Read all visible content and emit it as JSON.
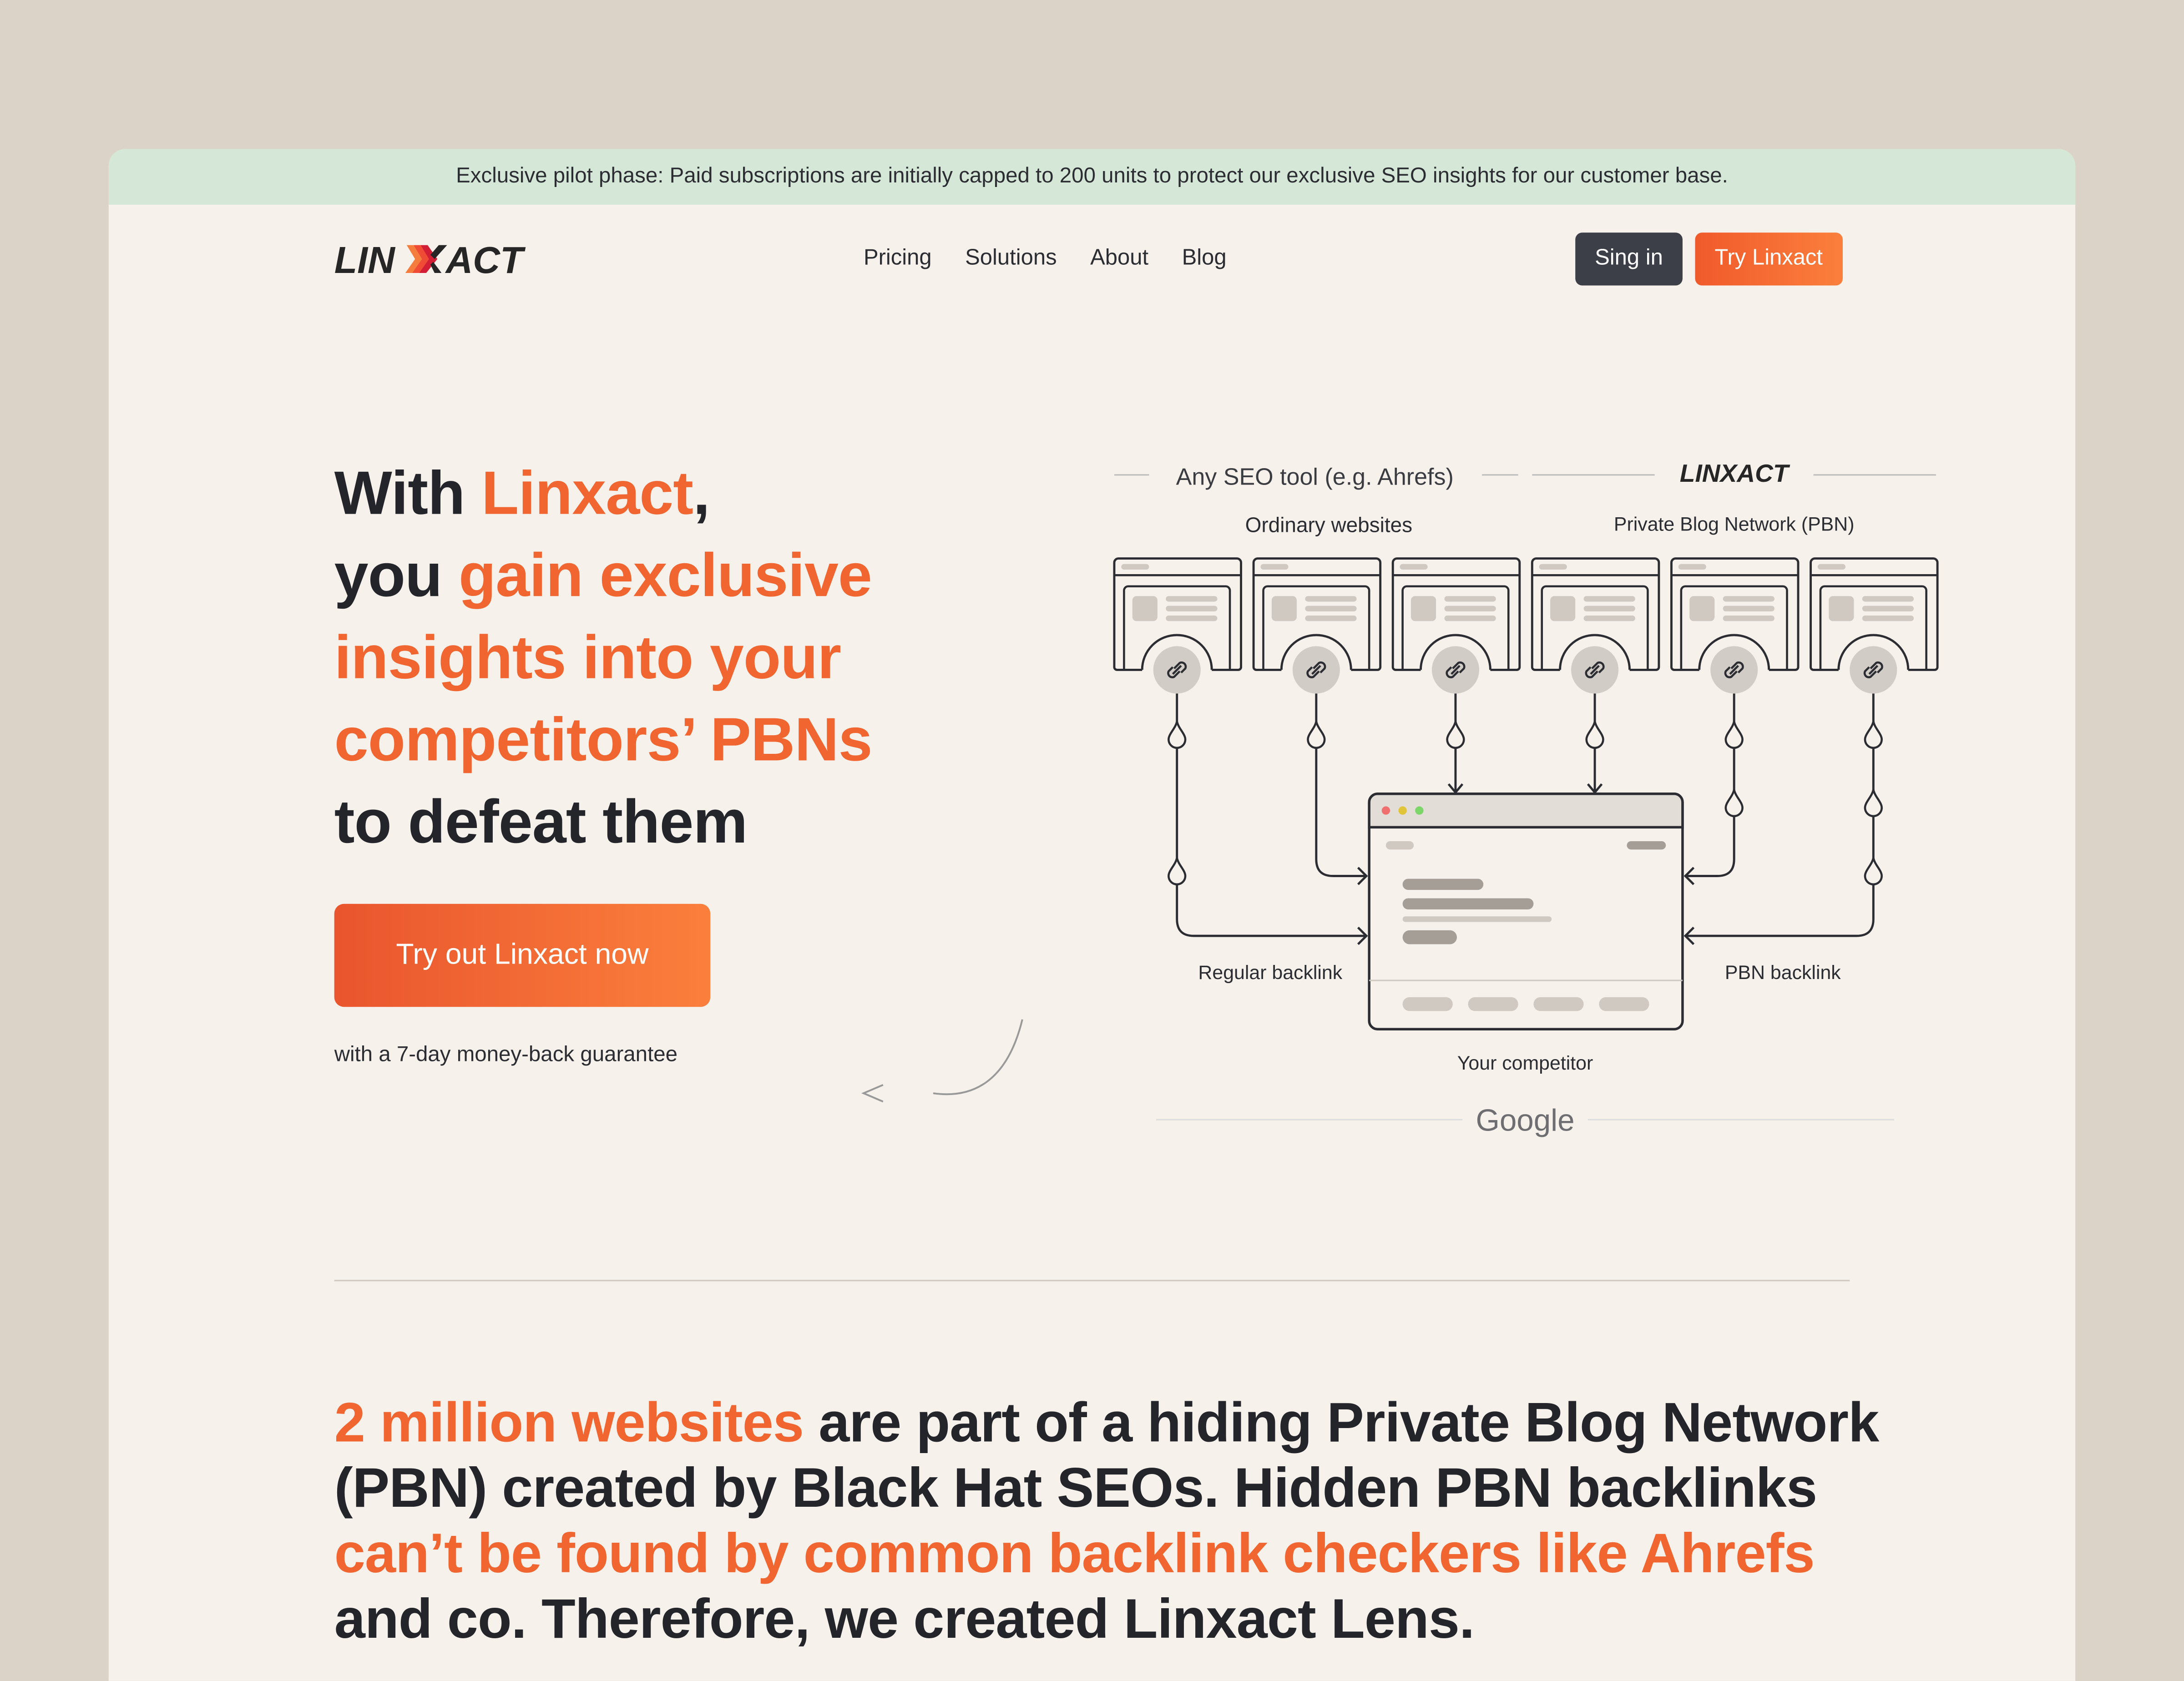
{
  "banner": {
    "text": "Exclusive pilot phase: Paid subscriptions are initially capped to 200 units to protect our exclusive SEO insights for our customer base."
  },
  "brand": {
    "name": "LINXACT",
    "colors": [
      "#f47c3c",
      "#ef4b35",
      "#d21f35"
    ]
  },
  "nav": {
    "items": [
      "Pricing",
      "Solutions",
      "About",
      "Blog"
    ],
    "sign_in": "Sing in",
    "try": "Try Linxact"
  },
  "hero": {
    "h_1": "With ",
    "h_2": "Linxact",
    "h_3": ",",
    "h_4": "you ",
    "h_5": "gain exclusive insights into your competitors’ PBNs",
    "h_6": "to defeat them",
    "cta": "Try out Linxact now",
    "guarantee": "with a 7-day money-back guarantee"
  },
  "diagram": {
    "seo_tool": "Any SEO tool (e.g. Ahrefs)",
    "logo": "LINXACT",
    "ordinary": "Ordinary websites",
    "pbn": "Private Blog Network (PBN)",
    "regular_backlink": "Regular backlink",
    "pbn_backlink": "PBN backlink",
    "competitor": "Your competitor",
    "google": "Google"
  },
  "section2": {
    "p1": "2 million websites",
    "p2": " are part of a hiding Private Blog Network (PBN) created by Black Hat SEOs. Hidden PBN backlinks ",
    "p3": "can’t be found by common backlink checkers like Ahrefs",
    "p4": " and co. Therefore, we created Linxact Lens."
  },
  "colors": {
    "accent": "#f06530",
    "dark": "#23252b",
    "banner": "#d5e7d7",
    "background": "#f6f1eb"
  }
}
